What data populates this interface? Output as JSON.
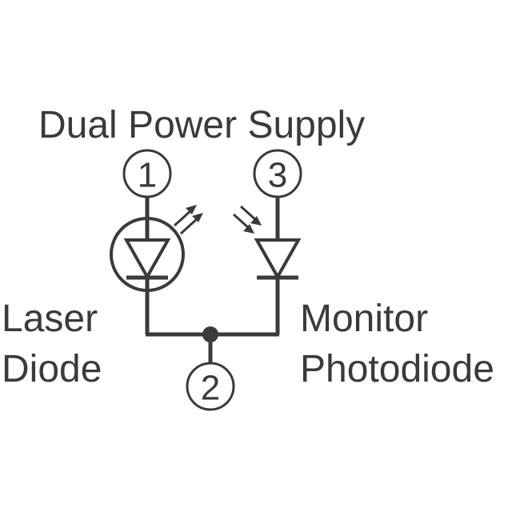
{
  "title": "Dual Power Supply",
  "pins": [
    {
      "id": "1",
      "label": "1"
    },
    {
      "id": "2",
      "label": "2"
    },
    {
      "id": "3",
      "label": "3"
    }
  ],
  "components": {
    "laser": {
      "line1": "Laser",
      "line2": "Diode"
    },
    "monitor": {
      "line1": "Monitor",
      "line2": "Photodiode"
    }
  },
  "colors": {
    "ink": "#3a3a3a",
    "background": "#ffffff"
  }
}
